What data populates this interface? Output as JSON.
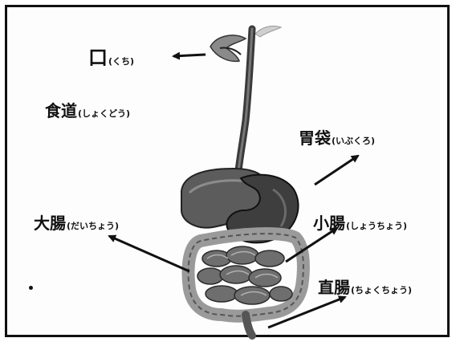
{
  "labels": {
    "mouth": {
      "kanji": "口",
      "kana": "(くち)"
    },
    "esophagus": {
      "kanji": "食道",
      "kana": "(しょくどう)"
    },
    "stomach": {
      "kanji": "胃袋",
      "kana": "(いぶくろ)"
    },
    "large_intestine": {
      "kanji": "大腸",
      "kana": "(だいちょう)"
    },
    "small_intestine": {
      "kanji": "小腸",
      "kana": "(しょうちょう)"
    },
    "rectum": {
      "kanji": "直腸",
      "kana": "(ちょくちょう)"
    }
  },
  "colors": {
    "ink": "#111111",
    "organ_dark": "#4a4a4a",
    "organ_mid": "#7a7a7a",
    "organ_light": "#b5b5b5"
  }
}
